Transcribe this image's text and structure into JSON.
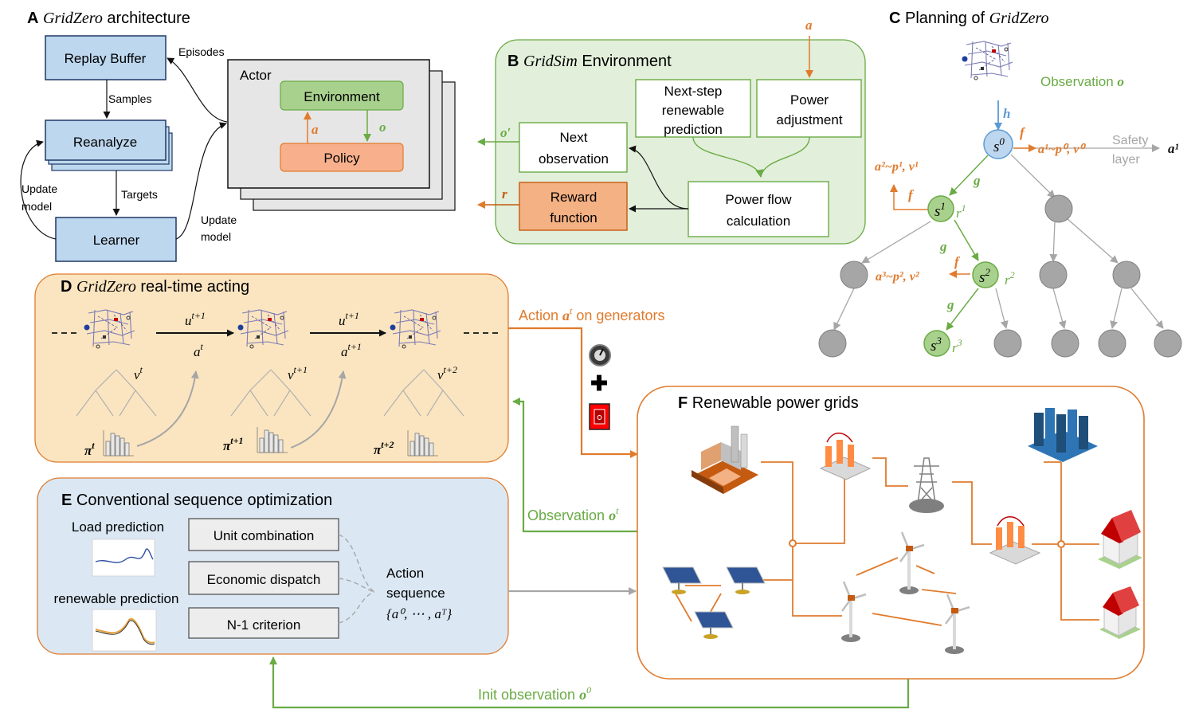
{
  "panel_a": {
    "letter": "A",
    "title_it": "GridZero",
    "title_rest": " architecture",
    "replay_buffer": "Replay Buffer",
    "reanalyze": "Reanalyze",
    "learner": "Learner",
    "actor": "Actor",
    "environment": "Environment",
    "policy": "Policy",
    "episodes": "Episodes",
    "samples": "Samples",
    "targets": "Targets",
    "update_model_1": "Update",
    "update_model_2": "model",
    "action_sym": "a",
    "obs_sym": "o"
  },
  "panel_b": {
    "letter": "B",
    "title_it": "GridSim",
    "title_rest": " Environment",
    "action_in": "a",
    "next_step_1": "Next-step",
    "next_step_2": "renewable",
    "next_step_3": "prediction",
    "power_adj_1": "Power",
    "power_adj_2": "adjustment",
    "next_obs_1": "Next",
    "next_obs_2": "observation",
    "power_flow_1": "Power flow",
    "power_flow_2": "calculation",
    "reward_1": "Reward",
    "reward_2": "function",
    "obs_out": "o′",
    "reward_out": "r"
  },
  "panel_c": {
    "letter": "C",
    "title_plain": "Planning of ",
    "title_it": "GridZero",
    "observation": "Observation ",
    "obs_sym": "o",
    "h": "h",
    "f": "f",
    "g": "g",
    "s0": "s",
    "s0_sup": "0",
    "s1": "s",
    "s1_sup": "1",
    "s2": "s",
    "s2_sup": "2",
    "s3": "s",
    "s3_sup": "3",
    "r1": "r",
    "r1_sup": "1",
    "r2": "r",
    "r2_sup": "2",
    "r3": "r",
    "r3_sup": "3",
    "a1_formula": "a¹~p⁰, v⁰",
    "a2_formula": "a²~p¹, v¹",
    "a3_formula": "a³~p², v²",
    "safety_1": "Safety",
    "safety_2": "layer",
    "a1_out": "a¹"
  },
  "panel_d": {
    "letter": "D",
    "title_it": "GridZero",
    "title_rest": " real-time acting",
    "u1": "u",
    "u1_sup": "t+1",
    "a1": "a",
    "a1_sup": "t",
    "u2": "u",
    "u2_sup": "t+1",
    "a2": "a",
    "a2_sup": "t+1",
    "v1": "v",
    "v1_sup": "t",
    "v2": "v",
    "v2_sup": "t+1",
    "v3": "v",
    "v3_sup": "t+2",
    "pi1": "π",
    "pi1_sup": "t",
    "pi2": "π",
    "pi2_sup": "t+1",
    "pi3": "π",
    "pi3_sup": "t+2",
    "action_label": "Action ",
    "action_sym": "a",
    "action_sup": "t",
    "action_rest": " on generators"
  },
  "panel_e": {
    "letter": "E",
    "title": "Conventional sequence optimization",
    "load_prediction": "Load prediction",
    "renewable_prediction": "renewable prediction",
    "unit_combination": "Unit combination",
    "economic_dispatch": "Economic dispatch",
    "n1_criterion": "N-1 criterion",
    "action_seq_1": "Action",
    "action_seq_2": "sequence",
    "action_seq_3": "{a⁰, ⋯ , aᵀ}",
    "obs_label": "Observation ",
    "obs_sym": "o",
    "obs_sup": "t"
  },
  "panel_f": {
    "letter": "F",
    "title": "Renewable power grids"
  },
  "bottom": {
    "init_obs": "Init observation ",
    "init_sym": "o",
    "init_sup": "0"
  },
  "colors": {
    "orange": "#e07b2e",
    "green": "#6aab45",
    "blue_box": "#bdd7ee",
    "blue_border": "#1f3864",
    "green_panel": "#e2efda",
    "orange_panel": "#fbe5c0",
    "blue_panel": "#dbe8f4",
    "policy_fill": "#f8b08c",
    "env_fill": "#a9d18e",
    "gray_node": "#a6a6a6",
    "s_fill": "#a9d18e",
    "s0_fill": "#bdd7ee"
  }
}
